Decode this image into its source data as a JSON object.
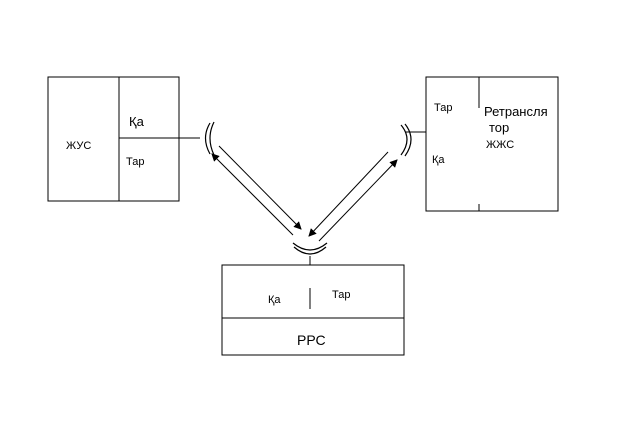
{
  "left_station": {
    "name": "ЖУС",
    "receive_label": "Қа",
    "transmit_label": "Тар"
  },
  "right_station": {
    "transmit_label": "Тар",
    "name_line1": "Ретрансля",
    "name_line2": "тор",
    "name_line3": "ЖЖС",
    "receive_label": "Қа"
  },
  "bottom_station": {
    "receive_label": "Қа",
    "transmit_label": "Тар",
    "name": "РРС"
  },
  "colors": {
    "stroke": "#000000",
    "background": "#ffffff"
  }
}
